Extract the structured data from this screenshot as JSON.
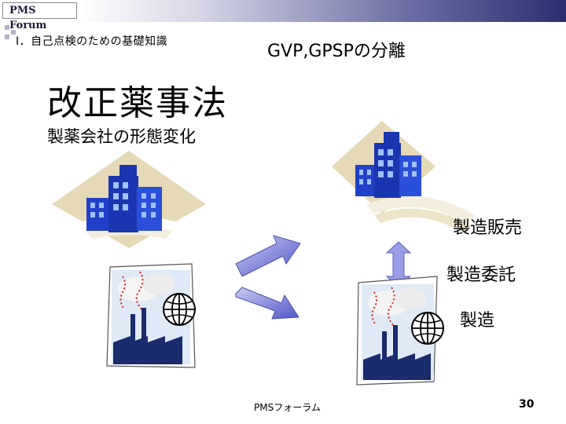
{
  "header": {
    "logo_text": "PMS Forum",
    "section_title": "Ⅰ．自己点検のための基礎知識"
  },
  "slide": {
    "subject": "GVP,GPSPの分離",
    "title": "改正薬事法",
    "subtitle": "製薬会社の形態変化"
  },
  "labels": {
    "sales": "製造販売",
    "contract": "製造委託",
    "manufacture": "製造"
  },
  "footer": {
    "text": "PMSフォーラム",
    "page_number": "30"
  },
  "colors": {
    "building_blue": "#1f3fbf",
    "diamond_tan": "#e6d9b8",
    "arrow_blue": "#6e74d6",
    "header_navy": "#2b2f6e"
  },
  "icons": [
    "office-building-icon",
    "factory-icon",
    "globe-icon",
    "arrow-right-icon",
    "double-arrow-icon"
  ]
}
